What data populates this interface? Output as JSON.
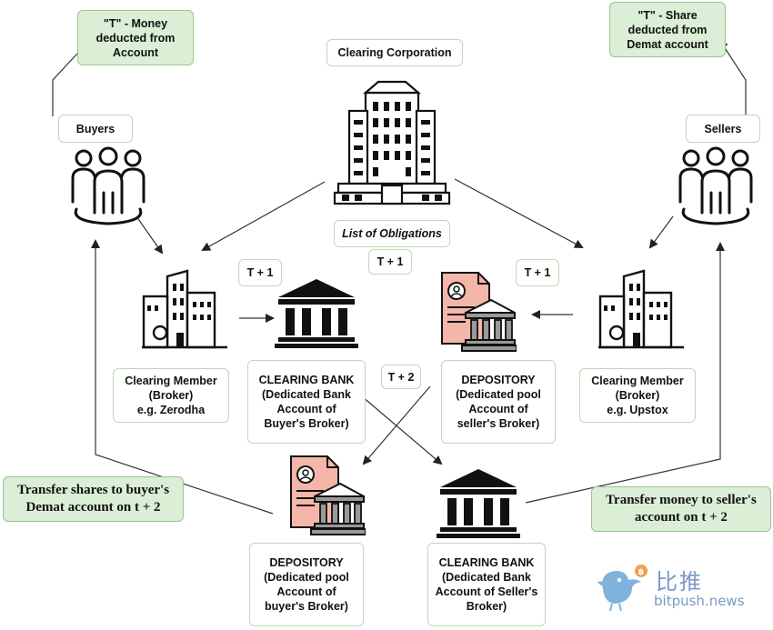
{
  "labels": {
    "money_deducted": "\"T\" - Money\ndeducted from\nAccount",
    "share_deducted": "\"T\" - Share\ndeducted from\nDemat account",
    "clearing_corporation": "Clearing Corporation",
    "buyers": "Buyers",
    "sellers": "Sellers",
    "list_of_obligations": "List of Obligations",
    "t1_center": "T + 1",
    "t1_left": "T + 1",
    "t1_right": "T + 1",
    "t2": "T + 2",
    "clearing_member_buyer": "Clearing Member\n(Broker)\ne.g. Zerodha",
    "clearing_bank_buyer": "CLEARING BANK\n(Dedicated Bank\nAccount of\nBuyer's Broker)",
    "depository_seller": "DEPOSITORY\n(Dedicated pool\nAccount of\nseller's Broker)",
    "clearing_member_seller": "Clearing Member\n(Broker)\ne.g. Upstox",
    "transfer_shares": "Transfer shares to buyer's\nDemat account on t + 2",
    "transfer_money": "Transfer money to seller's\naccount on t + 2",
    "depository_buyer": "DEPOSITORY\n(Dedicated pool\nAccount of\nbuyer's Broker)",
    "clearing_bank_seller": "CLEARING BANK\n(Dedicated Bank\nAccount of Seller's\nBroker)"
  },
  "watermark": {
    "cn": "比推",
    "en": "bitpush.news"
  },
  "colors": {
    "box_fill": "#dbeed6",
    "box_border": "#9cc494",
    "doc_pink": "#f4b6a8",
    "watermark": "#7a98c6"
  }
}
